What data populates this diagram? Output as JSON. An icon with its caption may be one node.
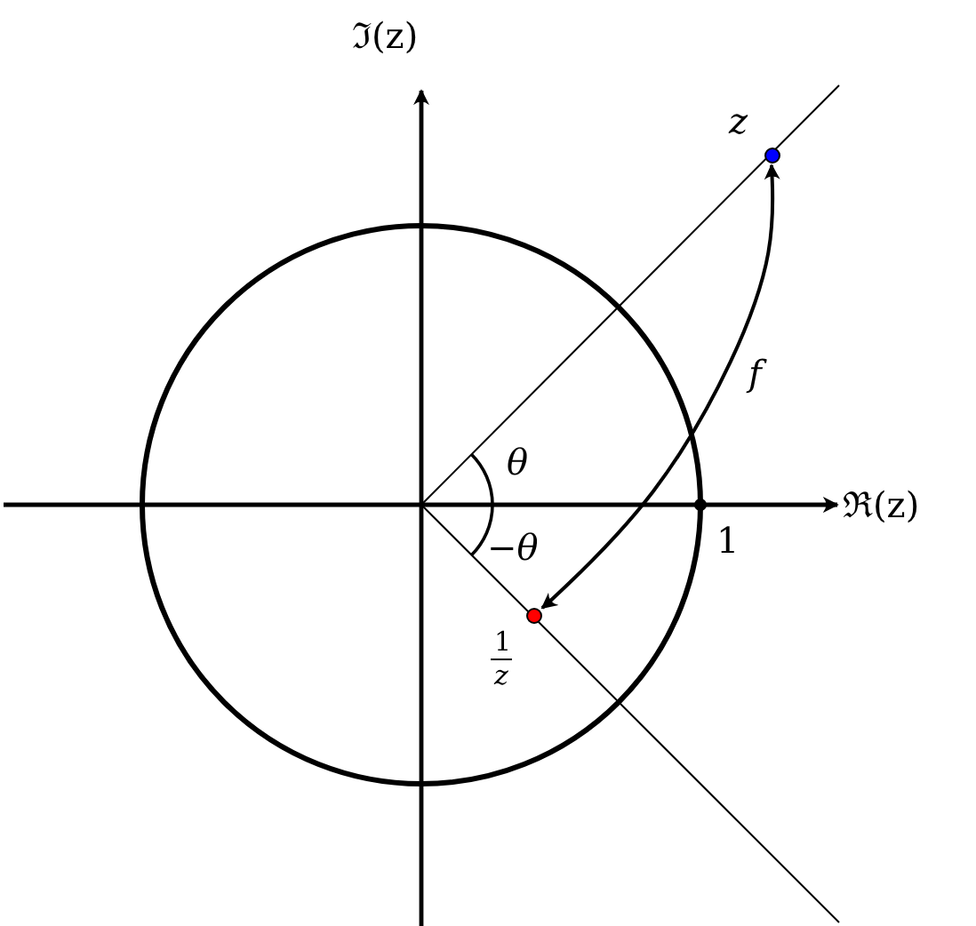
{
  "diagram": {
    "nodes": [
      {
        "text": [],
        "shape": "circle",
        "beside": [
          "z"
        ]
      },
      {
        "text": [],
        "shape": "circle",
        "beside": [
          "1",
          "z"
        ]
      }
    ],
    "edges": [
      {
        "from": 1,
        "to": 0,
        "arrow": "both",
        "label": "f"
      }
    ],
    "labels": [
      "ℑ(z)",
      "ℜ(z)",
      "θ",
      "−θ",
      "1"
    ]
  }
}
